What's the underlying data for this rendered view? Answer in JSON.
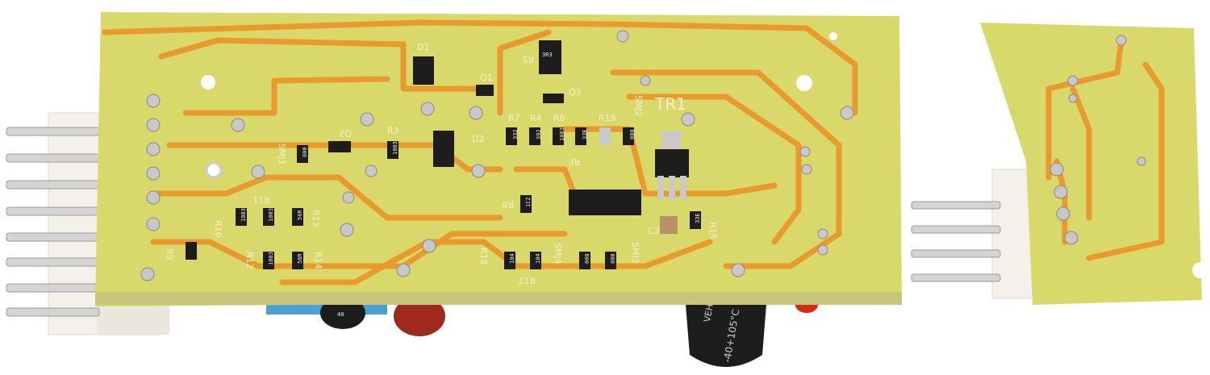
{
  "photo": {
    "colors": {
      "board": "#d9d86a",
      "trace": "#e99a2c",
      "connector": "#f4f1ea",
      "component": "#1d1d1d"
    },
    "silkscreen": {
      "d1": "D1",
      "q1": "Q1",
      "q2": "Q2",
      "q3": "Q3",
      "d2": "D2",
      "r3": "R3",
      "r5": "R5",
      "r7": "R7",
      "r4": "R4",
      "r6": "R6",
      "r19": "R19",
      "smj2": "SMJ2",
      "tr1": "TR1",
      "smj1": "SMJ1",
      "r8": "R8",
      "r11": "R11",
      "r10": "R10",
      "r13": "R13",
      "r9": "R9",
      "r12": "R12",
      "r14": "R14",
      "r18": "R18",
      "smj4": "SMJ4",
      "r17": "R17",
      "smj3": "SMJ3",
      "c3": "C3",
      "r15": "R15",
      "rf": "RF"
    },
    "component_marks": {
      "r5_code": "3R3",
      "r7_code": "332",
      "r4_code": "392",
      "r6_code": "1003",
      "r6b_code": "33E",
      "smj2_code": "000",
      "smj1_code": "000",
      "r3_code": "1003",
      "r8_code": "1C2",
      "r10_code": "1003",
      "r11_code": "1003",
      "r13_code": "56R",
      "r12_code": "1003",
      "r14_code": "56R",
      "r18_code": "104",
      "smj4_code": "104",
      "smj3a_code": "000",
      "smj3b_code": "000",
      "r15_code": "33E",
      "cap_marking": "-40+105°C",
      "cap_brand": "VEHT",
      "small_cap": "40"
    }
  }
}
